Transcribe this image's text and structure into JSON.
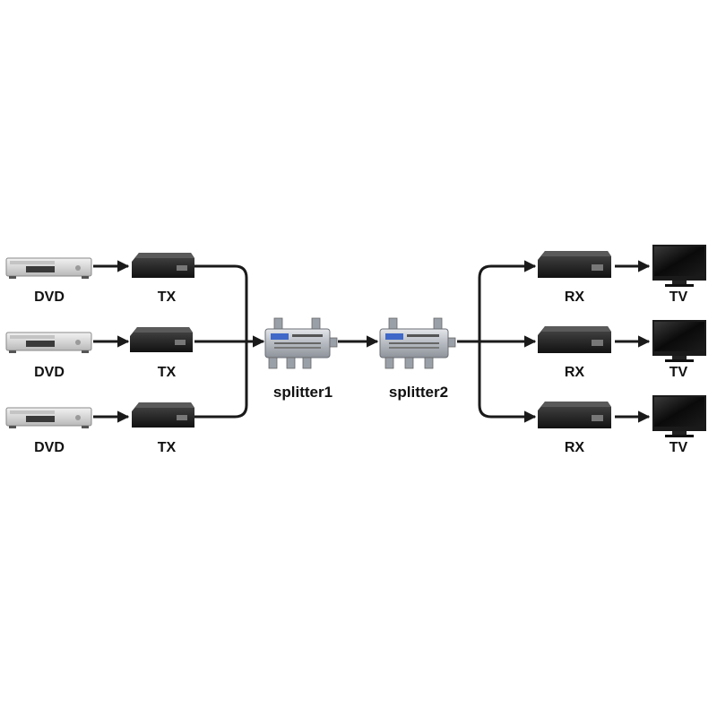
{
  "devices": {
    "dvd_label": "DVD",
    "tx_label": "TX",
    "rx_label": "RX",
    "tv_label": "TV"
  },
  "splitters": {
    "splitter1_label": "splitter1",
    "splitter2_label": "splitter2"
  },
  "colors": {
    "connector": "#1a1a1a",
    "device_dark": "#222222",
    "device_light": "#dcdcdc",
    "splitter_metal": "#b9bcc2",
    "screen": "#0e0e0e"
  }
}
